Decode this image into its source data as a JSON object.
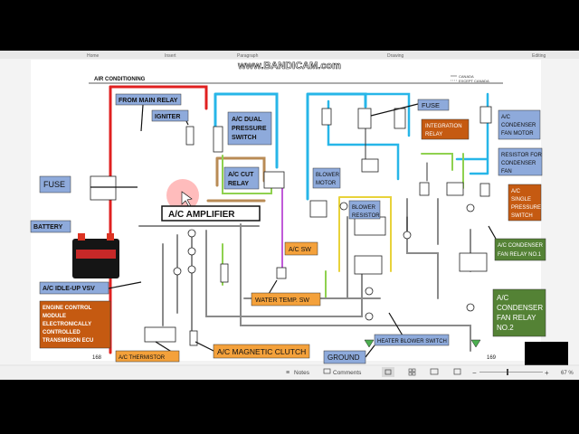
{
  "viewer": {
    "top_menu": [
      "Home",
      "Insert",
      "Paragraph",
      "Drawing",
      "Editing"
    ],
    "watermark": "www.BANDICAM.com",
    "status": {
      "notes": "Notes",
      "comments": "Comments",
      "zoom": "67 %"
    }
  },
  "page": {
    "title": "AIR CONDITIONING",
    "page_left": "168",
    "page_right": "169",
    "legend": [
      "CANADA",
      "EXCEPT CANADA"
    ]
  },
  "labels": {
    "from_main_relay": "FROM MAIN RELAY",
    "igniter": "IGNITER",
    "ac_dual_pressure": "A/C DUAL PRESSURE SWITCH",
    "ac_cut_relay": "A/C CUT RELAY",
    "fuse_left": "FUSE",
    "battery": "BATTERY",
    "ac_amplifier": "A/C AMPLIFIER",
    "ac_idle_up": "A/C IDLE-UP VSV",
    "ecm": "ENGINE CONTROL MODULE ELECTRONICALLY CONTROLLED TRANSMISION ECU",
    "ac_thermistor": "A/C THERMISTOR",
    "ac_magnetic_clutch": "A/C MAGNETIC CLUTCH",
    "water_temp_sw": "WATER TEMP. SW",
    "ac_sw": "A/C SW",
    "blower_motor": "BLOWER MOTOR",
    "blower_resistor": "BLOWER RESISTOR",
    "fuse_top": "FUSE",
    "integration_relay": "INTEGRATION RELAY",
    "ac_cond_fan_motor": "A/C CONDENSER FAN MOTOR",
    "resistor_cond_fan": "RESISTOR FOR CONDENSER FAN",
    "ac_single_pressure": "A/C SINGLE PRESSURE SWITCH",
    "ac_cond_fan_relay1": "A/C CONDENSER FAN RELAY NO.1",
    "ac_cond_fan_relay2": "A/C CONDENSER FAN RELAY NO.2",
    "heater_blower_switch": "HEATER BLOWER SWITCH",
    "ground": "GROUND"
  },
  "colors": {
    "blue_label": "#8eaadb",
    "orange_label": "#f4a13b",
    "brown_label": "#c55a11",
    "green_label": "#548235",
    "wire_red": "#e02020",
    "wire_cyan": "#27b6e8",
    "wire_brown": "#b98b55",
    "wire_green": "#8fd14f",
    "wire_purple": "#c05ad8",
    "wire_gray": "#8a8a8a",
    "wire_yellow": "#e8d23a"
  }
}
